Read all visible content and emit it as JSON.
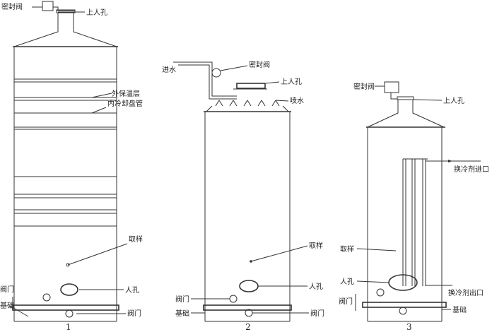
{
  "figures": [
    {
      "number": "1",
      "labels": {
        "seal_valve": "密封阀",
        "top_manhole": "上人孔",
        "outer_insulation": "外保温层",
        "inner_cooling_coil": "内冷却盘管",
        "sampling": "取样",
        "valve_left": "阀门",
        "manhole": "人孔",
        "foundation": "基础",
        "valve_bottom": "阀门"
      }
    },
    {
      "number": "2",
      "labels": {
        "water_inlet": "进水",
        "seal_valve": "密封阀",
        "top_manhole": "上人孔",
        "spray_water": "喷水",
        "sampling": "取样",
        "manhole": "人孔",
        "valve_left": "阀门",
        "foundation": "基础",
        "valve_bottom": "阀门"
      }
    },
    {
      "number": "3",
      "labels": {
        "seal_valve": "密封阀",
        "top_manhole": "上人孔",
        "coolant_inlet": "换冷剂进口",
        "sampling": "取样",
        "manhole": "人孔",
        "coolant_outlet": "换冷剂出口",
        "valve_left": "阀门",
        "foundation": "基础"
      }
    }
  ]
}
